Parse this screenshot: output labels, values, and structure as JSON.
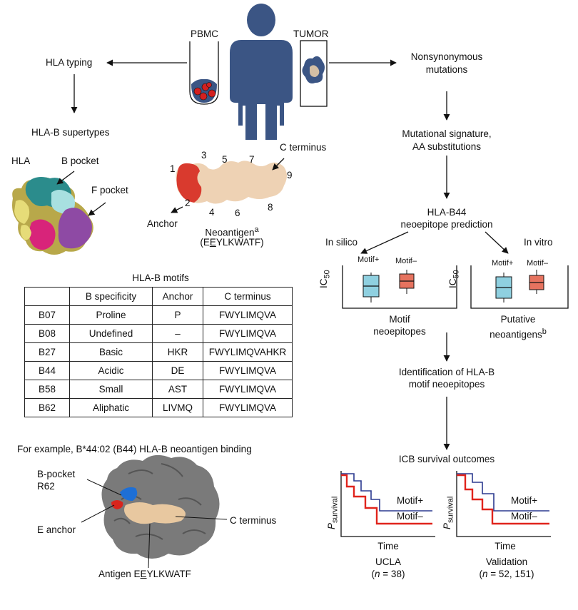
{
  "top": {
    "pbmc": "PBMC",
    "tumor": "TUMOR",
    "hla_typing": "HLA typing",
    "hla_b_supertypes": "HLA-B supertypes",
    "nonsyn_1": "Nonsynonymous",
    "nonsyn_2": "mutations",
    "mutsig_1": "Mutational signature,",
    "mutsig_2": "AA substitutions",
    "pred_1": "HLA-B44",
    "pred_2": "neoepitope prediction"
  },
  "hla_structure": {
    "hla": "HLA",
    "b_pocket": "B pocket",
    "f_pocket": "F pocket"
  },
  "neoantigen": {
    "c_terminus": "C terminus",
    "anchor": "Anchor",
    "positions": [
      "1",
      "2",
      "3",
      "4",
      "5",
      "6",
      "7",
      "8",
      "9"
    ],
    "label": "Neoantigen",
    "label_sup": "a",
    "seq_open": "(E",
    "seq_anchor": "E",
    "seq_rest": "YLKWATF)"
  },
  "motifs_table": {
    "title": "HLA-B motifs",
    "headers": [
      "",
      "B specificity",
      "Anchor",
      "C terminus"
    ],
    "rows": [
      [
        "B07",
        "Proline",
        "P",
        "FWYLIMQVA"
      ],
      [
        "B08",
        "Undefined",
        "–",
        "FWYLIMQVA"
      ],
      [
        "B27",
        "Basic",
        "HKR",
        "FWYLIMQVAHKR"
      ],
      [
        "B44",
        "Acidic",
        "DE",
        "FWYLIMQVA"
      ],
      [
        "B58",
        "Small",
        "AST",
        "FWYLIMQVA"
      ],
      [
        "B62",
        "Aliphatic",
        "LIVMQ",
        "FWYLIMQVA"
      ]
    ]
  },
  "example": {
    "title": "For example, B*44:02 (B44) HLA-B neoantigen binding",
    "b_pocket_1": "B-pocket",
    "b_pocket_2": "R62",
    "e_anchor": "E anchor",
    "c_terminus": "C terminus",
    "antigen_pre": "Antigen E",
    "antigen_anchor": "E",
    "antigen_rest": "YLKWATF"
  },
  "boxplots": {
    "in_silico": "In silico",
    "in_vitro": "In vitro",
    "motif_plus": "Motif+",
    "motif_minus": "Motif–",
    "ic_label": "IC",
    "ic_sub": "50",
    "motif_neo_1": "Motif",
    "motif_neo_2": "neoepitopes",
    "putative_1": "Putative",
    "putative_2": "neoantigens",
    "putative_sup": "b"
  },
  "identification": {
    "line1": "Identification of HLA-B",
    "line2": "motif neoepitopes"
  },
  "survival": {
    "title": "ICB survival outcomes",
    "p": "P",
    "p_sub": "survival",
    "time": "Time",
    "motif_plus": "Motif+",
    "motif_minus": "Motif–",
    "ucla": "UCLA",
    "ucla_n_open": "(",
    "ucla_n_var": "n",
    "ucla_n_rest": " = 38)",
    "validation": "Validation",
    "val_n_open": "(",
    "val_n_var": "n",
    "val_n_rest": " = 52, 151)"
  },
  "colors": {
    "figure_blue": "#3b5584",
    "anchor_red": "#d93a2e",
    "box_blue": "#8fd0e0",
    "box_red": "#e6735f",
    "line_blue": "#2b3a8f",
    "line_red": "#e0241c",
    "peptide_tan": "#eed2b4",
    "protein_gray": "#7a7a7a"
  }
}
